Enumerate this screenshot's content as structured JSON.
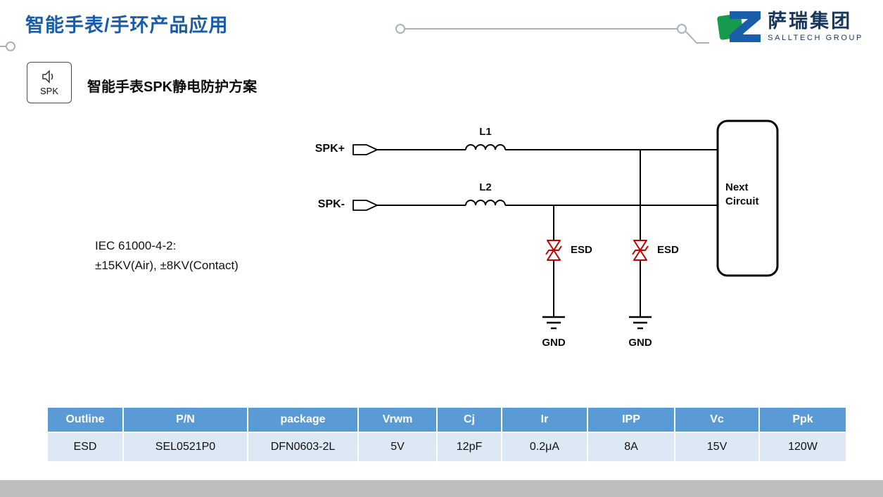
{
  "header": {
    "title": "智能手表/手环产品应用",
    "logo": {
      "brand": "萨瑞集团",
      "subtitle": "SALLTECH GROUP"
    }
  },
  "section": {
    "icon_label": "SPK",
    "title": "智能手表SPK静电防护方案"
  },
  "diagram": {
    "spk_plus": "SPK+",
    "spk_minus": "SPK-",
    "inductor1": "L1",
    "inductor2": "L2",
    "esd_left": "ESD",
    "esd_right": "ESD",
    "gnd_left": "GND",
    "gnd_right": "GND",
    "next_circuit": "Next Circuit",
    "iec_line1": "IEC 61000-4-2:",
    "iec_line2": "±15KV(Air), ±8KV(Contact)"
  },
  "table": {
    "headers": [
      "Outline",
      "P/N",
      "package",
      "Vrwm",
      "Cj",
      "Ir",
      "IPP",
      "Vc",
      "Ppk"
    ],
    "rows": [
      [
        "ESD",
        "SEL0521P0",
        "DFN0603-2L",
        "5V",
        "12pF",
        "0.2μA",
        "8A",
        "15V",
        "120W"
      ]
    ]
  },
  "colors": {
    "title_blue": "#1A5CA8",
    "logo_navy": "#17365D",
    "logo_green": "#169B4E",
    "logo_blue": "#1B5EAB",
    "table_header_blue": "#5B9BD5",
    "table_row_blue": "#DCE9F5",
    "esd_red": "#C00000",
    "footer_gray": "#BDBDBD",
    "connector_gray": "#A8B2BE"
  }
}
